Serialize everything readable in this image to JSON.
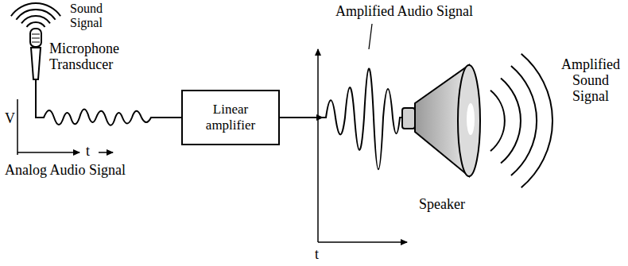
{
  "diagram": {
    "nodes": [
      {
        "text": [
          "Linear amplifier"
        ]
      }
    ],
    "labels": [
      "Sound Signal",
      "Microphone Transducer",
      "V",
      "t",
      "Analog Audio Signal",
      "Amplified Audio Signal",
      "t",
      "Speaker",
      "Amplified Sound Signal"
    ]
  }
}
